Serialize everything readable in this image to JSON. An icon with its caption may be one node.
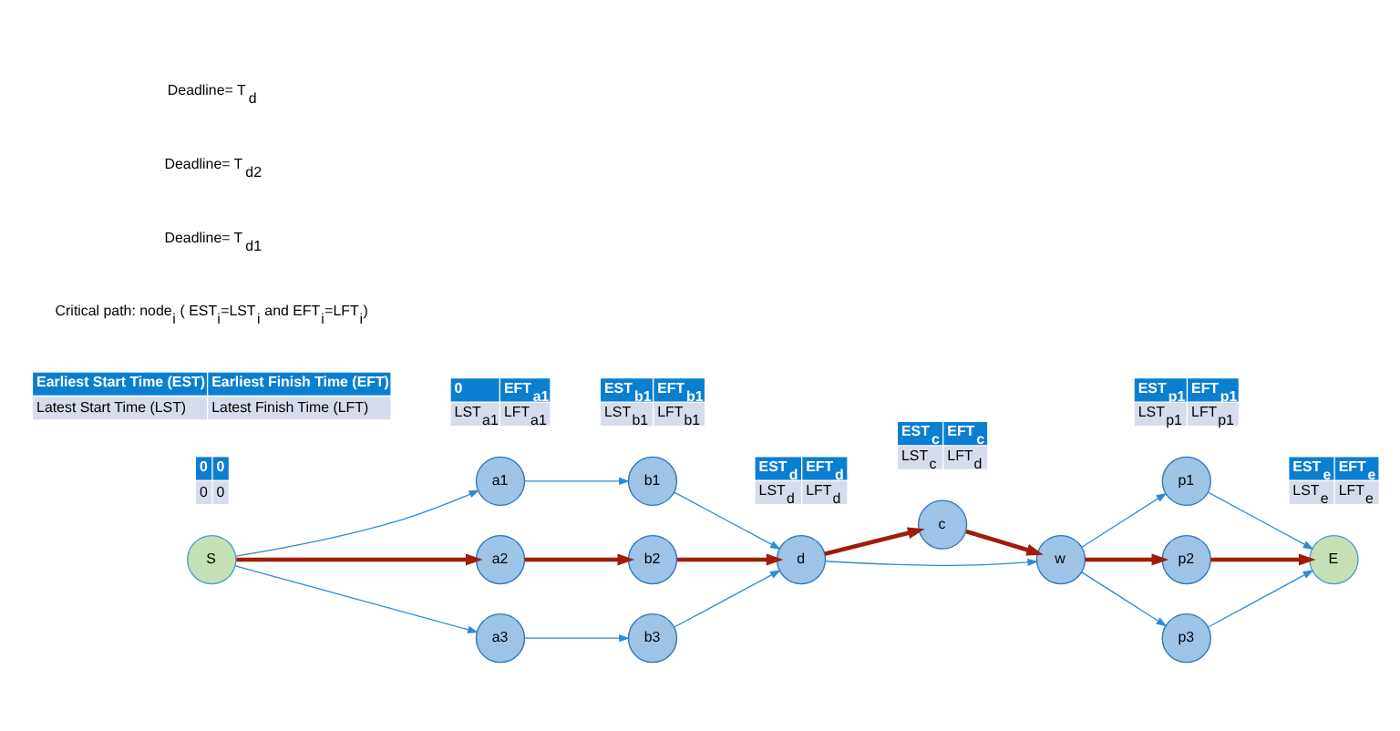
{
  "diagram": {
    "nodes": [
      {
        "text": [
          "S"
        ],
        "beside": [
          "0",
          "0",
          "0",
          "0"
        ]
      },
      {
        "text": [
          "a1"
        ],
        "beside": [
          "0",
          "EFT$_{a1}$",
          "LST$_{a1}$",
          "LFT$_{a1}$"
        ]
      },
      {
        "text": [
          "a2"
        ]
      },
      {
        "text": [
          "a3"
        ]
      },
      {
        "text": [
          "b1"
        ],
        "beside": [
          "EST$_{b1}$",
          "EFT$_{b1}$",
          "LST$_{b1}$",
          "LFT$_{b1}$"
        ]
      },
      {
        "text": [
          "b2"
        ]
      },
      {
        "text": [
          "b3"
        ]
      },
      {
        "text": [
          "d"
        ],
        "beside": [
          "EST$_{d}$",
          "EFT$_{d}$",
          "LST$_{d}$",
          "LFT$_{d}$"
        ]
      },
      {
        "text": [
          "c"
        ],
        "beside": [
          "EST$_{c}$",
          "EFT$_{c}$",
          "LST$_{c}$",
          "LFT$_{d}$"
        ]
      },
      {
        "text": [
          "w"
        ]
      },
      {
        "text": [
          "p1"
        ],
        "beside": [
          "EST$_{p1}$",
          "EFT$_{p1}$",
          "LST$_{p1}$",
          "LFT$_{p1}$"
        ]
      },
      {
        "text": [
          "p2"
        ]
      },
      {
        "text": [
          "p3"
        ]
      },
      {
        "text": [
          "E"
        ],
        "beside": [
          "EST$_{e}$",
          "EFT$_{e}$",
          "LST$_{e}$",
          "LFT$_{e}$"
        ]
      }
    ],
    "edges": [
      {
        "from": 0,
        "to": 1,
        "arrow": "to"
      },
      {
        "from": 0,
        "to": 2,
        "arrow": "to",
        "style": "thick",
        "color": "#a01c0c"
      },
      {
        "from": 0,
        "to": 3,
        "arrow": "to"
      },
      {
        "from": 1,
        "to": 4,
        "arrow": "to"
      },
      {
        "from": 2,
        "to": 5,
        "arrow": "to",
        "style": "thick",
        "color": "#a01c0c"
      },
      {
        "from": 3,
        "to": 6,
        "arrow": "to"
      },
      {
        "from": 4,
        "to": 7,
        "arrow": "to"
      },
      {
        "from": 5,
        "to": 7,
        "arrow": "to",
        "style": "thick",
        "color": "#a01c0c"
      },
      {
        "from": 6,
        "to": 7,
        "arrow": "to"
      },
      {
        "from": 7,
        "to": 8,
        "arrow": "to",
        "style": "thick",
        "color": "#a01c0c"
      },
      {
        "from": 7,
        "to": 9,
        "arrow": "to"
      },
      {
        "from": 8,
        "to": 9,
        "arrow": "to",
        "style": "thick",
        "color": "#a01c0c"
      },
      {
        "from": 9,
        "to": 10,
        "arrow": "to"
      },
      {
        "from": 9,
        "to": 11,
        "arrow": "to",
        "style": "thick",
        "color": "#a01c0c"
      },
      {
        "from": 9,
        "to": 12,
        "arrow": "to"
      },
      {
        "from": 10,
        "to": 13,
        "arrow": "to"
      },
      {
        "from": 11,
        "to": 13,
        "arrow": "to",
        "style": "thick",
        "color": "#a01c0c"
      },
      {
        "from": 12,
        "to": 13,
        "arrow": "to"
      }
    ],
    "labels": [
      "Earliest Start Time (EST)",
      "Earliest Finish Time (EFT)",
      "Latest Start Time (LST)",
      "Latest Finish Time (LFT)",
      "Critical path: node$_{i}$ ( EST$_{i}$=LST$_{i}$ and EFT$_{i}$=LFT$_{i}$)",
      "Deadline= T$_{d1}$",
      "Deadline= T$_{d2}$",
      "Deadline= T$_{d}$"
    ]
  }
}
